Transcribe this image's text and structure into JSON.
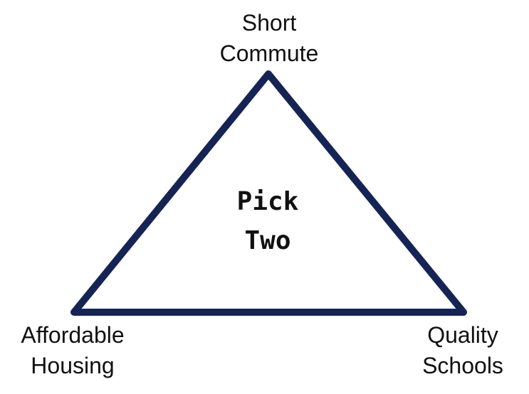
{
  "diagram": {
    "vertices": {
      "top": {
        "line1": "Short",
        "line2": "Commute"
      },
      "bottom_left": {
        "line1": "Affordable",
        "line2": "Housing"
      },
      "bottom_right": {
        "line1": "Quality",
        "line2": "Schools"
      }
    },
    "center": {
      "line1": "Pick",
      "line2": "Two"
    },
    "colors": {
      "triangle_stroke": "#152454",
      "text": "#111111",
      "background": "#ffffff"
    }
  }
}
